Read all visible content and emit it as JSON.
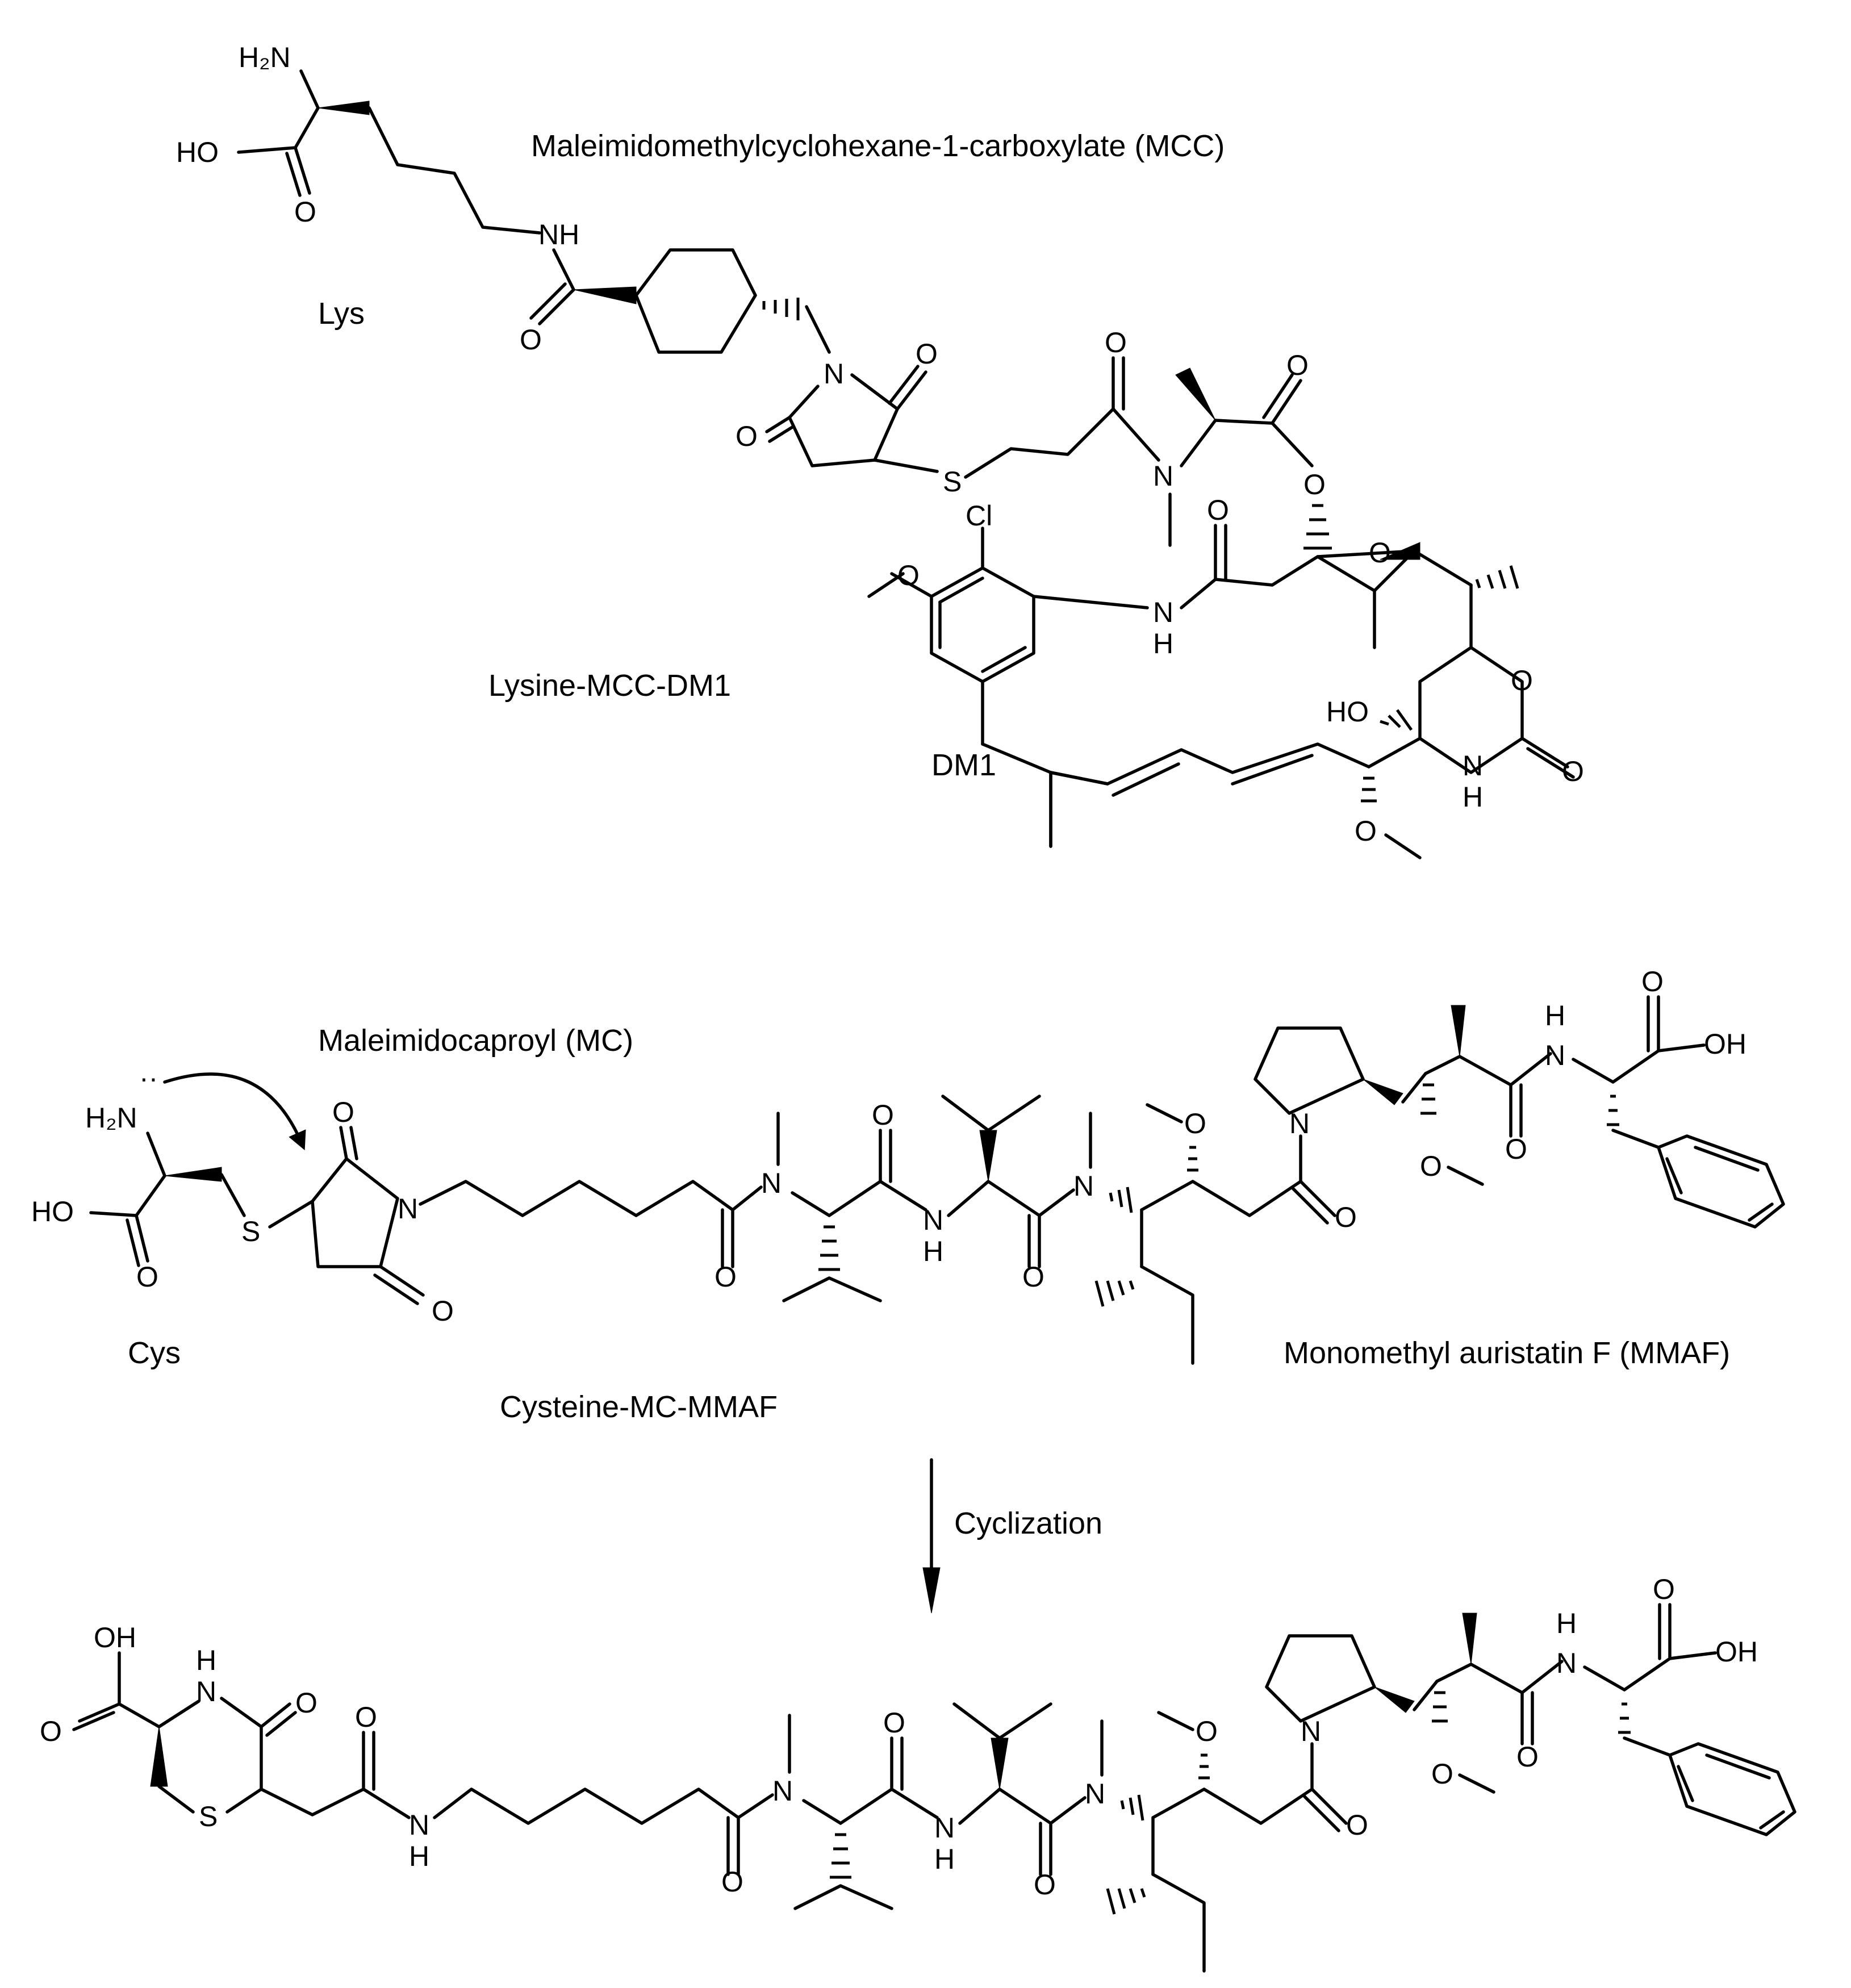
{
  "diagram": {
    "top_scheme": {
      "linker_label": "Maleimidomethylcyclohexane-1-carboxylate (MCC)",
      "amino_acid_label": "Lys",
      "conjugate_label": "Lysine-MCC-DM1",
      "payload_label": "DM1"
    },
    "middle_scheme": {
      "linker_label": "Maleimidocaproyl (MC)",
      "amino_acid_label": "Cys",
      "conjugate_label": "Cysteine-MC-MMAF",
      "payload_label": "Monomethyl auristatin F (MMAF)"
    },
    "reaction": {
      "arrow_label": "Cyclization"
    }
  },
  "atoms": {
    "h2n": "H₂N",
    "ho": "HO",
    "oh": "OH",
    "o": "O",
    "n": "N",
    "nh": "NH",
    "h": "H",
    "s": "S",
    "cl": "Cl",
    "lone_pair": "··"
  }
}
